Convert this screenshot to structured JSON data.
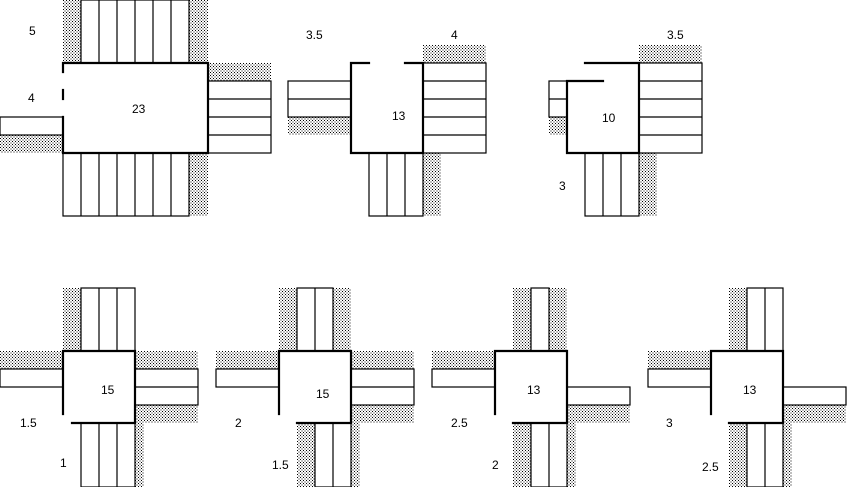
{
  "figures": [
    {
      "id": "fig1",
      "center_label": "23",
      "side_labels": [
        "5",
        "4"
      ]
    },
    {
      "id": "fig2",
      "center_label": "13",
      "side_labels": [
        "3.5",
        "4"
      ]
    },
    {
      "id": "fig3",
      "center_label": "10",
      "side_labels": [
        "3.5",
        "3"
      ]
    },
    {
      "id": "fig4",
      "center_label": "15",
      "side_labels": [
        "1.5",
        "1"
      ]
    },
    {
      "id": "fig5",
      "center_label": "15",
      "side_labels": [
        "2",
        "1.5"
      ]
    },
    {
      "id": "fig6",
      "center_label": "13",
      "side_labels": [
        "2.5",
        "2"
      ]
    },
    {
      "id": "fig7",
      "center_label": "13",
      "side_labels": [
        "3",
        "2.5"
      ]
    }
  ]
}
